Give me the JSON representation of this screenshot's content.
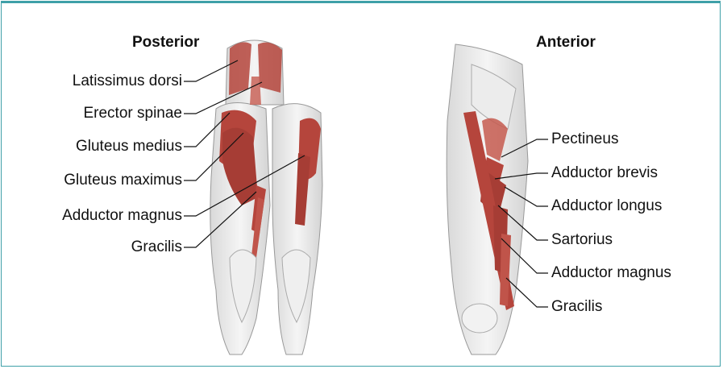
{
  "posterior": {
    "title": "Posterior",
    "labels": [
      "Latissimus dorsi",
      "Erector spinae",
      "Gluteus medius",
      "Gluteus maximus",
      "Adductor magnus",
      "Gracilis"
    ]
  },
  "anterior": {
    "title": "Anterior",
    "labels": [
      "Pectineus",
      "Adductor brevis",
      "Adductor longus",
      "Sartorius",
      "Adductor magnus",
      "Gracilis"
    ]
  },
  "colors": {
    "frame": "#3fa0a8",
    "muscle": "#b5453c",
    "bone_outline": "#8a8a8a"
  }
}
